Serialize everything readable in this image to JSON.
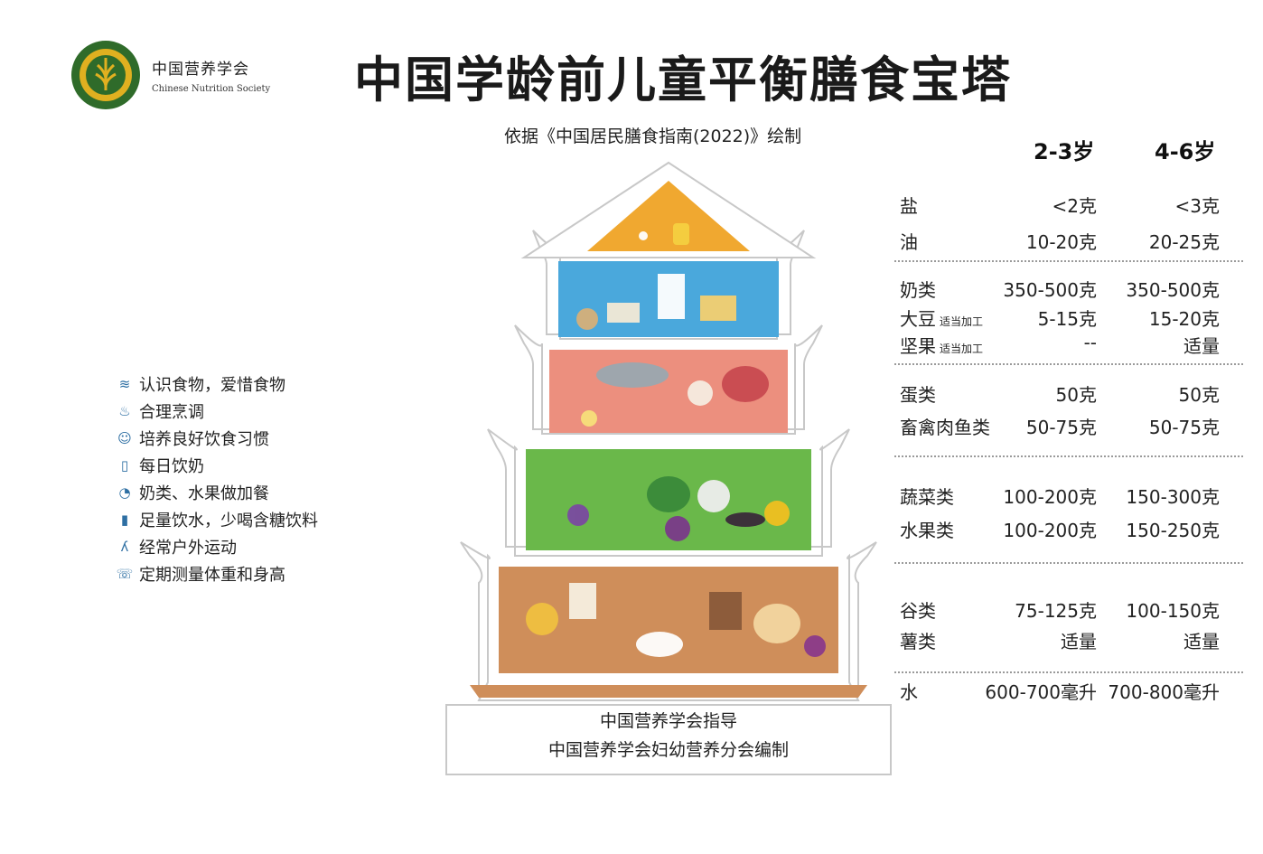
{
  "header": {
    "org_name_cn": "中国营养学会",
    "org_name_en": "Chinese Nutrition Society",
    "title": "中国学龄前儿童平衡膳食宝塔",
    "subtitle": "依据《中国居民膳食指南(2022)》绘制"
  },
  "tips": [
    {
      "icon": "book-icon",
      "label": "认识食物，爱惜食物"
    },
    {
      "icon": "cooking-icon",
      "label": "合理烹调"
    },
    {
      "icon": "child-icon",
      "label": "培养良好饮食习惯"
    },
    {
      "icon": "milk-icon",
      "label": "每日饮奶"
    },
    {
      "icon": "snack-icon",
      "label": "奶类、水果做加餐"
    },
    {
      "icon": "water-cup-icon",
      "label": "足量饮水，少喝含糖饮料"
    },
    {
      "icon": "runner-icon",
      "label": "经常户外运动"
    },
    {
      "icon": "scale-icon",
      "label": "定期测量体重和身高"
    }
  ],
  "table": {
    "age_headers": [
      "2-3岁",
      "4-6岁"
    ],
    "rows": [
      {
        "name": "盐",
        "note": "",
        "v1": "<2克",
        "v2": "<3克"
      },
      {
        "name": "油",
        "note": "",
        "v1": "10-20克",
        "v2": "20-25克"
      },
      {
        "name": "奶类",
        "note": "",
        "v1": "350-500克",
        "v2": "350-500克"
      },
      {
        "name": "大豆",
        "note": "适当加工",
        "v1": "5-15克",
        "v2": "15-20克"
      },
      {
        "name": "坚果",
        "note": "适当加工",
        "v1": "--",
        "v2": "适量"
      },
      {
        "name": "蛋类",
        "note": "",
        "v1": "50克",
        "v2": "50克"
      },
      {
        "name": "畜禽肉鱼类",
        "note": "",
        "v1": "50-75克",
        "v2": "50-75克"
      },
      {
        "name": "蔬菜类",
        "note": "",
        "v1": "100-200克",
        "v2": "150-300克"
      },
      {
        "name": "水果类",
        "note": "",
        "v1": "100-200克",
        "v2": "150-250克"
      },
      {
        "name": "谷类",
        "note": "",
        "v1": "75-125克",
        "v2": "100-150克"
      },
      {
        "name": "薯类",
        "note": "",
        "v1": "适量",
        "v2": "适量"
      },
      {
        "name": "水",
        "note": "",
        "v1": "600-700毫升",
        "v2": "700-800毫升"
      }
    ]
  },
  "footer": {
    "line1": "中国营养学会指导",
    "line2": "中国营养学会妇幼营养分会编制"
  },
  "colors": {
    "roof_top": "#f0a830",
    "tier_dairy": "#4aa8dc",
    "tier_meat": "#ec8f7e",
    "tier_veg": "#6ab84a",
    "tier_grain": "#cf8e5a",
    "pagoda_outline": "#c8c8c8",
    "logo_green": "#2f6b2a",
    "logo_gold": "#e0b020"
  }
}
